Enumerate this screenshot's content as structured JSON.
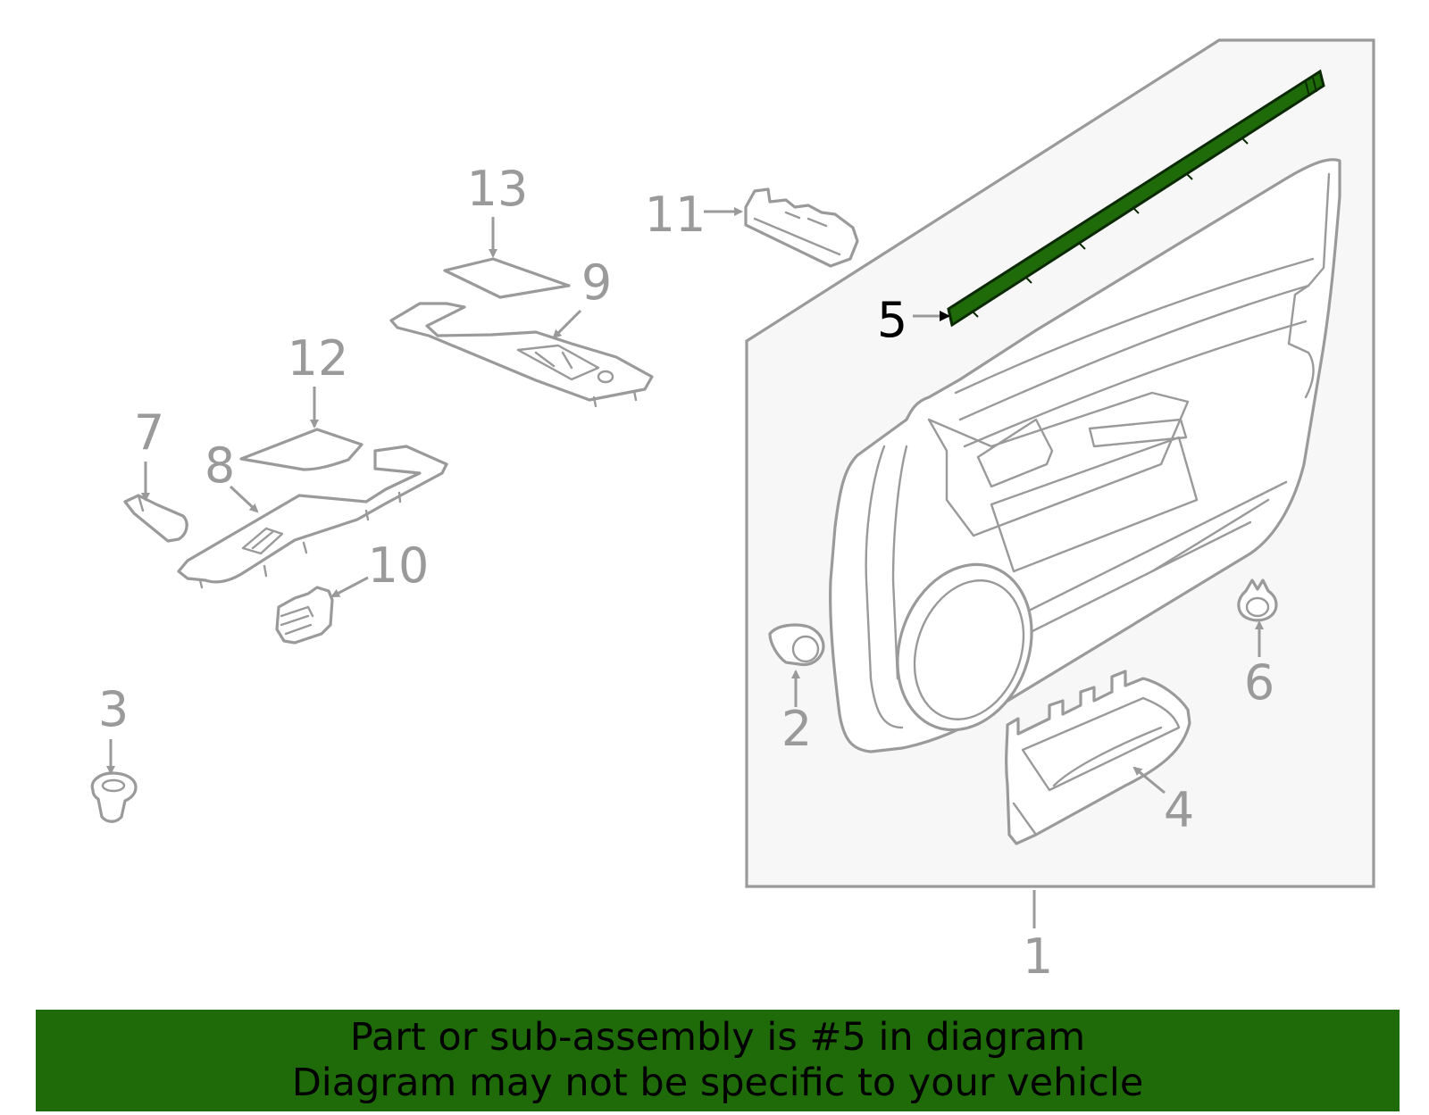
{
  "callouts": {
    "c1": "1",
    "c2": "2",
    "c3": "3",
    "c4": "4",
    "c5": "5",
    "c6": "6",
    "c7": "7",
    "c8": "8",
    "c9": "9",
    "c10": "10",
    "c11": "11",
    "c12": "12",
    "c13": "13"
  },
  "highlighted_part": "5",
  "colors": {
    "highlight": "#1f6b0a",
    "line_art": "#9a9a9a",
    "panel_bg": "#f7f7f7"
  },
  "banner": {
    "line1": "Part or sub-assembly is #5 in diagram",
    "line2": "Diagram may not be specific to your vehicle"
  }
}
